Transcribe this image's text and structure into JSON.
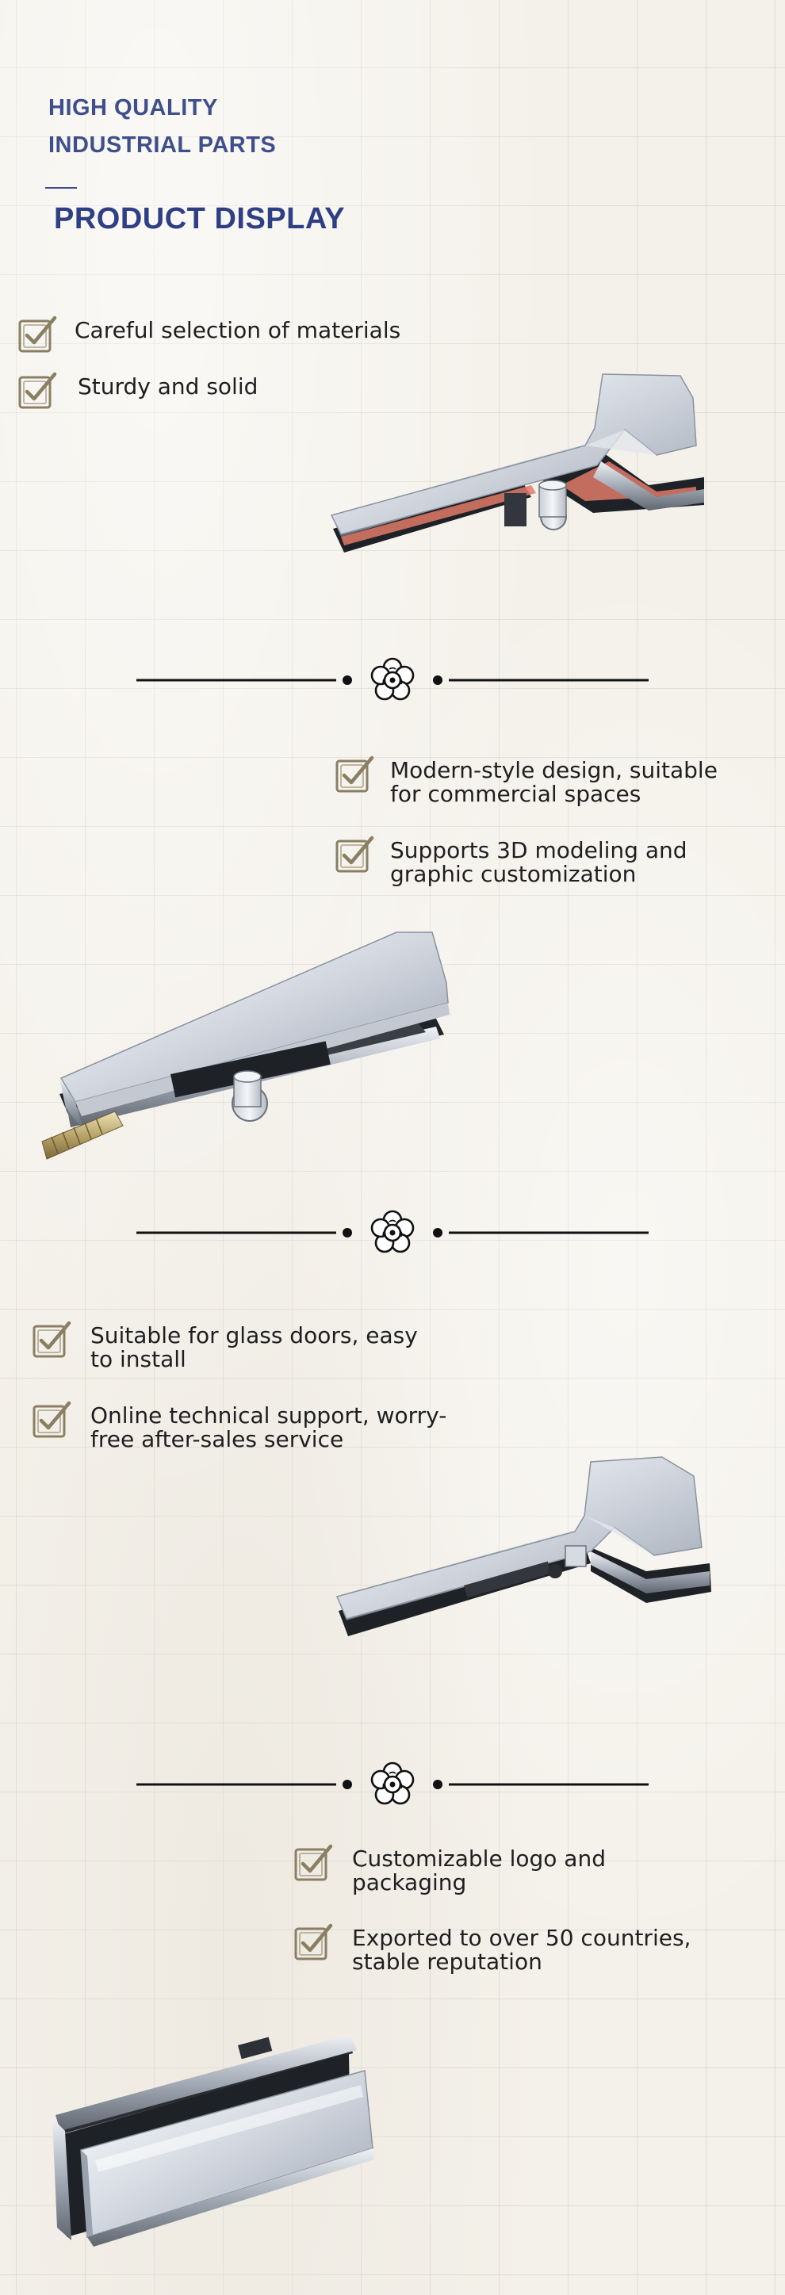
{
  "header": {
    "line1": "HIGH QUALITY",
    "line2": "INDUSTRIAL PARTS",
    "title": "PRODUCT DISPLAY"
  },
  "sections": [
    {
      "features": [
        "Careful selection of materials",
        "Sturdy and solid"
      ]
    },
    {
      "features": [
        "Modern-style design, suitable\nfor commercial spaces",
        "Supports 3D modeling and\ngraphic customization"
      ]
    },
    {
      "features": [
        "Suitable for glass doors, easy\nto install",
        "Online technical support, worry-\nfree after-sales service"
      ]
    },
    {
      "features": [
        "Customizable logo and\npackaging",
        "Exported to over 50 countries,\nstable reputation"
      ]
    }
  ],
  "icons": {
    "checkbox": "checkbox-checked-icon",
    "ornament": "flower-ornament-icon"
  },
  "colors": {
    "heading": "#3f4f8c",
    "title": "#2f3f86",
    "check": "#8a7f62",
    "text": "#1f1f22",
    "background": "#f4f1ea"
  }
}
